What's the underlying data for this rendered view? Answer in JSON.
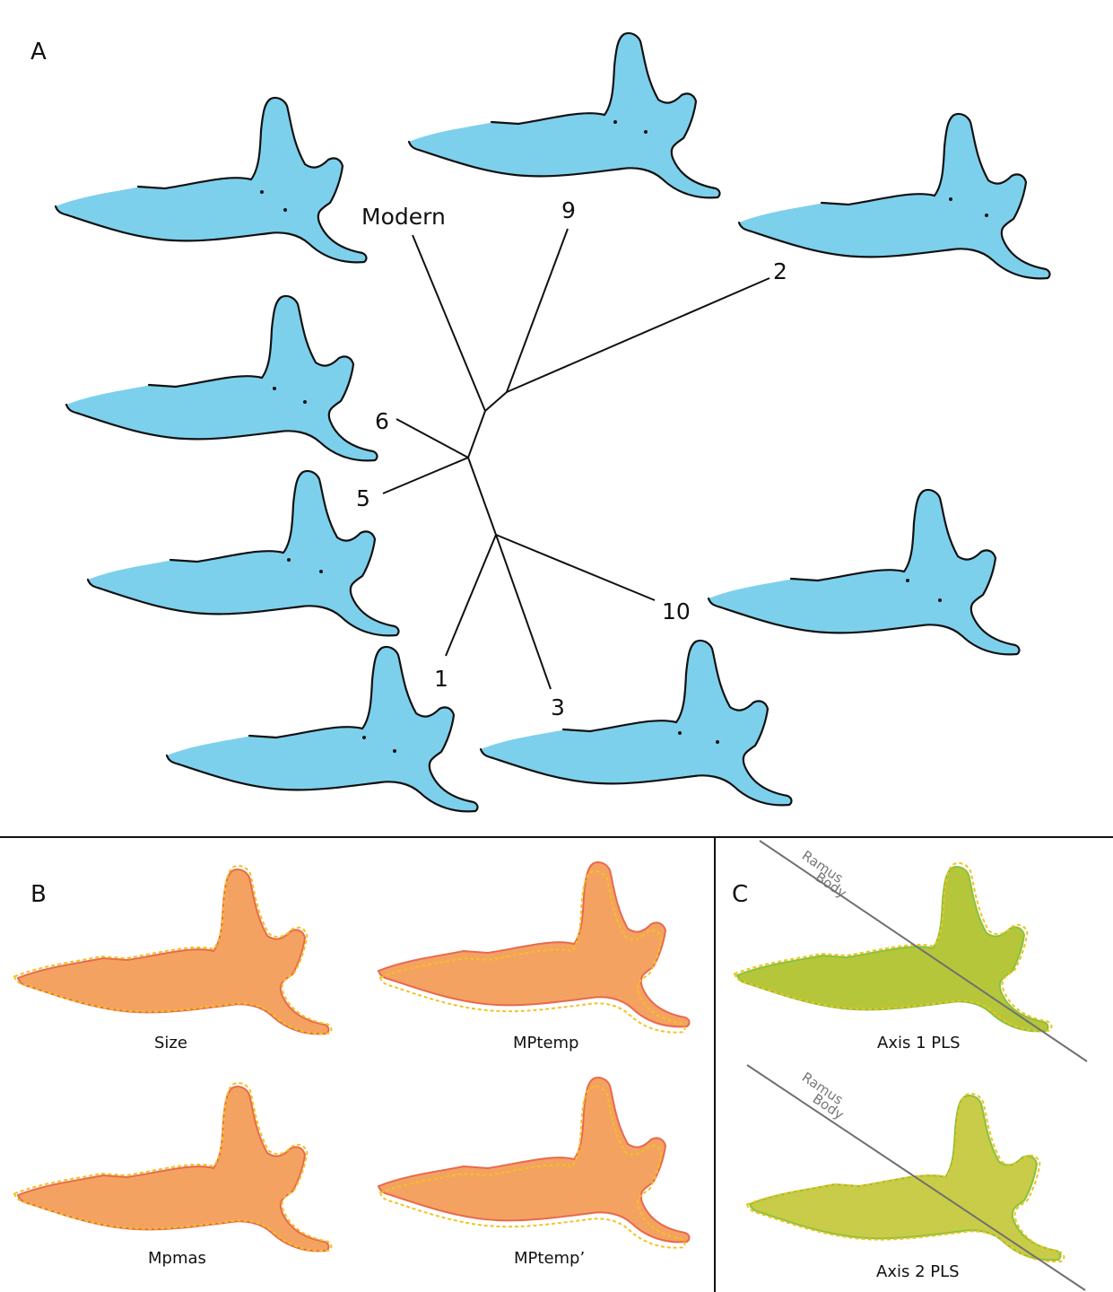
{
  "panels": {
    "a": {
      "letter": "A",
      "tip_labels": [
        "Modern",
        "9",
        "2",
        "6",
        "5",
        "10",
        "1",
        "3"
      ]
    },
    "b": {
      "letter": "B",
      "captions": [
        "Size",
        "MPtemp",
        "Mpmas",
        "MPtemp’"
      ]
    },
    "c": {
      "letter": "C",
      "captions": [
        "Axis 1 PLS",
        "Axis 2 PLS"
      ],
      "divider_labels": {
        "upper": "Ramus",
        "lower": "Body"
      }
    }
  },
  "colors": {
    "outline": "#111111",
    "blue_fill": "#7dd0ec",
    "orange_fill": "#f4a262",
    "orange_edge": "#e8694d",
    "yellow_dash": "#f2c21f",
    "green_fill": "#b6c63a",
    "green_edge": "#86c23e",
    "divider": "#707070"
  }
}
